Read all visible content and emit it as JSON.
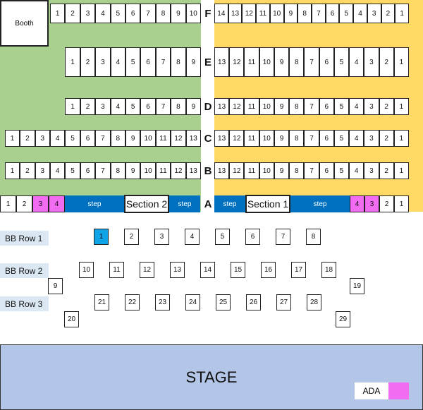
{
  "booth_label": "Booth",
  "stage_label": "STAGE",
  "legend": {
    "ada_label": "ADA",
    "ada_color": "#f26cf2"
  },
  "colors": {
    "section2_bg": "#a9d08e",
    "section1_bg": "#ffd966",
    "step_bg": "#0070c0",
    "ada": "#f26cf2",
    "selected": "#0fa3e8",
    "stage_bg": "#b4c6e7",
    "bb_label_bg": "#dbe8f4"
  },
  "section_labels": {
    "left": "Section 2",
    "right": "Section 1"
  },
  "step_label": "step",
  "rows": [
    {
      "label": "F",
      "left": [
        "1",
        "2",
        "3",
        "4",
        "5",
        "6",
        "7",
        "8",
        "9",
        "10"
      ],
      "right": [
        "14",
        "13",
        "12",
        "11",
        "10",
        "9",
        "8",
        "7",
        "6",
        "5",
        "4",
        "3",
        "2",
        "1"
      ]
    },
    {
      "label": "E",
      "left": [
        "1",
        "2",
        "3",
        "4",
        "5",
        "6",
        "7",
        "8",
        "9"
      ],
      "right": [
        "13",
        "12",
        "11",
        "10",
        "9",
        "8",
        "7",
        "6",
        "5",
        "4",
        "3",
        "2",
        "1"
      ]
    },
    {
      "label": "D",
      "left": [
        "1",
        "2",
        "3",
        "4",
        "5",
        "6",
        "7",
        "8",
        "9"
      ],
      "right": [
        "13",
        "12",
        "11",
        "10",
        "9",
        "8",
        "7",
        "6",
        "5",
        "4",
        "3",
        "2",
        "1"
      ]
    },
    {
      "label": "C",
      "left": [
        "1",
        "2",
        "3",
        "4",
        "5",
        "6",
        "7",
        "8",
        "9",
        "10",
        "11",
        "12",
        "13"
      ],
      "right": [
        "13",
        "12",
        "11",
        "10",
        "9",
        "8",
        "7",
        "6",
        "5",
        "4",
        "3",
        "2",
        "1"
      ]
    },
    {
      "label": "B",
      "left": [
        "1",
        "2",
        "3",
        "4",
        "5",
        "6",
        "7",
        "8",
        "9",
        "10",
        "11",
        "12",
        "13"
      ],
      "right": [
        "13",
        "12",
        "11",
        "10",
        "9",
        "8",
        "7",
        "6",
        "5",
        "4",
        "3",
        "2",
        "1"
      ]
    },
    {
      "label": "A",
      "left": [
        "1",
        "2",
        "3",
        "4"
      ],
      "right": [
        "4",
        "3",
        "2",
        "1"
      ],
      "ada_left": [
        "3",
        "4"
      ],
      "ada_right": [
        "4",
        "3"
      ]
    }
  ],
  "bb_rows": [
    {
      "label": "BB Row 1",
      "seats": [
        "1",
        "2",
        "3",
        "4",
        "5",
        "6",
        "7",
        "8"
      ],
      "selected": [
        "1"
      ]
    },
    {
      "label": "BB Row 2",
      "seats": [
        "9",
        "10",
        "11",
        "12",
        "13",
        "14",
        "15",
        "16",
        "17",
        "18",
        "19"
      ]
    },
    {
      "label": "BB Row 3",
      "seats": [
        "20",
        "21",
        "22",
        "23",
        "24",
        "25",
        "26",
        "27",
        "28",
        "29"
      ]
    }
  ]
}
